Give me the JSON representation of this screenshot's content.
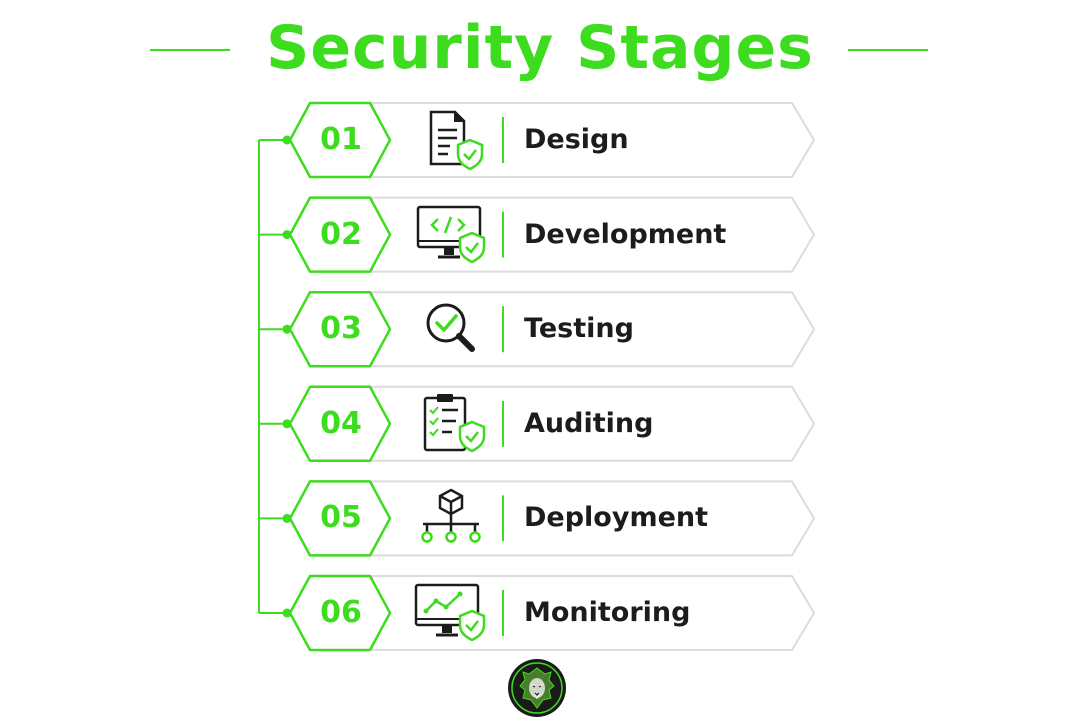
{
  "title": "Security Stages",
  "colors": {
    "accent": "#3ddc1e",
    "text": "#1c1c1c",
    "border": "#dcdcdc",
    "icon": "#1c1c1c"
  },
  "stages": [
    {
      "number": "01",
      "label": "Design",
      "icon": "document-shield-icon"
    },
    {
      "number": "02",
      "label": "Development",
      "icon": "monitor-code-shield-icon"
    },
    {
      "number": "03",
      "label": "Testing",
      "icon": "magnifier-check-icon"
    },
    {
      "number": "04",
      "label": "Auditing",
      "icon": "clipboard-checklist-shield-icon"
    },
    {
      "number": "05",
      "label": "Deployment",
      "icon": "cube-network-icon"
    },
    {
      "number": "06",
      "label": "Monitoring",
      "icon": "monitor-chart-shield-icon"
    }
  ],
  "logo": {
    "icon": "lion-logo-icon"
  }
}
